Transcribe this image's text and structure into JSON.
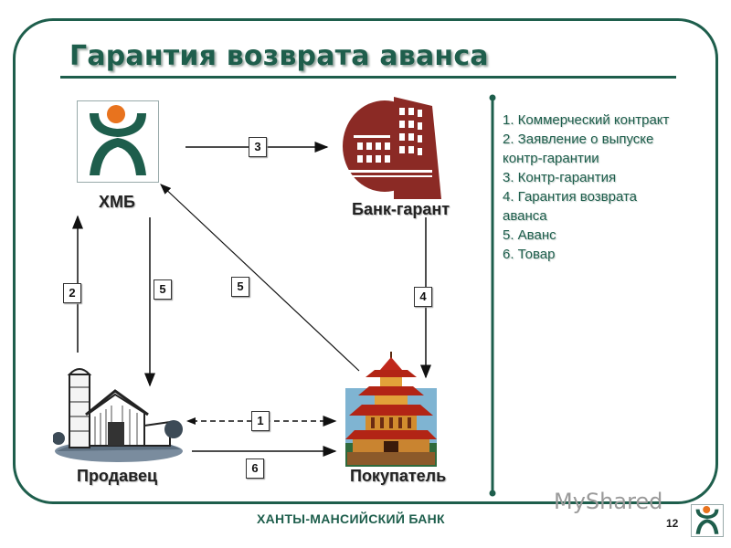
{
  "title": "Гарантия возврата аванса",
  "nodes": {
    "hmb": "ХМБ",
    "bank_guarantor": "Банк-гарант",
    "seller": "Продавец",
    "buyer": "Покупатель"
  },
  "arrows": {
    "hmb_to_bank": "3",
    "seller_to_hmb": "2",
    "hmb_to_seller": "5",
    "buyer_to_hmb": "5",
    "bank_to_buyer": "4",
    "contract": "1",
    "goods": "6"
  },
  "legend": [
    "1. Коммерческий контракт",
    "2. Заявление о выпуске",
    "контр-гарантии",
    "3. Контр-гарантия",
    "4. Гарантия возврата",
    "аванса",
    "5. Аванс",
    "6. Товар"
  ],
  "footer": {
    "bank_name": "ХАНТЫ-МАНСИЙСКИЙ БАНК",
    "page_number": "12",
    "watermark": "MyShared"
  },
  "colors": {
    "frame": "#1e5e4c",
    "logo_orange": "#e8731e",
    "bank_building": "#8b2a25"
  }
}
